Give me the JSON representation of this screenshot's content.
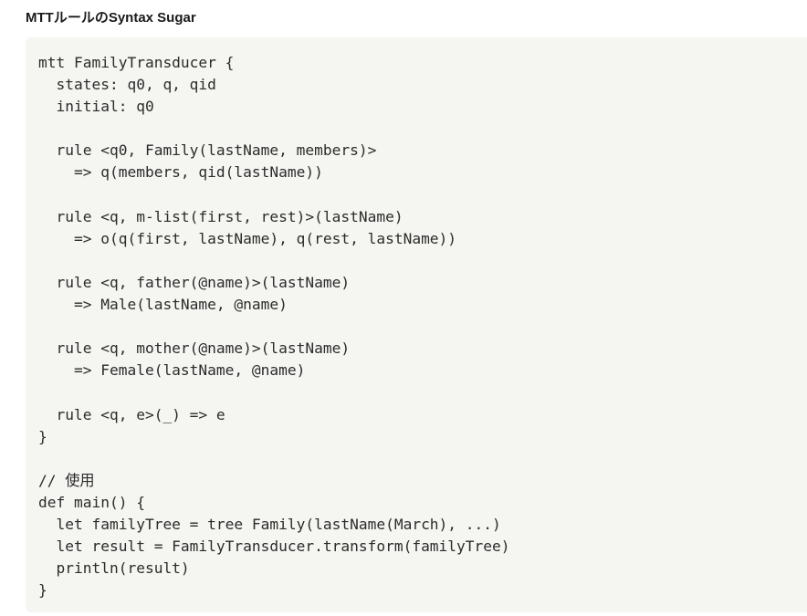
{
  "heading": "MTTルールのSyntax Sugar",
  "code": {
    "lines": [
      "mtt FamilyTransducer {",
      "  states: q0, q, qid",
      "  initial: q0",
      "",
      "  rule <q0, Family(lastName, members)>",
      "    => q(members, qid(lastName))",
      "",
      "  rule <q, m-list(first, rest)>(lastName)",
      "    => o(q(first, lastName), q(rest, lastName))",
      "",
      "  rule <q, father(@name)>(lastName)",
      "    => Male(lastName, @name)",
      "",
      "  rule <q, mother(@name)>(lastName)",
      "    => Female(lastName, @name)",
      "",
      "  rule <q, e>(_) => e",
      "}",
      "",
      "// 使用",
      "def main() {",
      "  let familyTree = tree Family(lastName(March), ...)",
      "  let result = FamilyTransducer.transform(familyTree)",
      "  println(result)",
      "}"
    ]
  }
}
